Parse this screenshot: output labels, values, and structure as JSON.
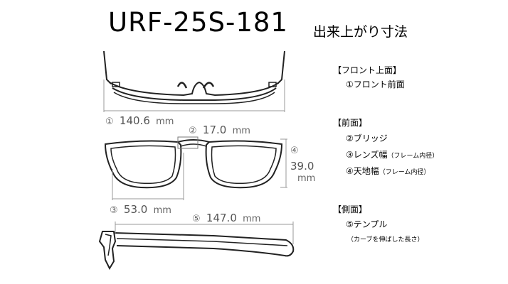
{
  "title": {
    "model": "URF-25S-181",
    "subtitle": "出来上がり寸法"
  },
  "dimensions": {
    "d1": {
      "marker": "①",
      "value": "140.6",
      "unit": "mm"
    },
    "d2": {
      "marker": "②",
      "value": "17.0",
      "unit": "mm"
    },
    "d3": {
      "marker": "③",
      "value": "53.0",
      "unit": "mm"
    },
    "d4": {
      "marker": "④",
      "value": "39.0",
      "unit": "mm"
    },
    "d5": {
      "marker": "⑤",
      "value": "147.0",
      "unit": "mm"
    }
  },
  "legend": {
    "front_top_header": "【フロント上面】",
    "front_top_item": "①フロント前面",
    "front_header": "【前面】",
    "bridge": "②ブリッジ",
    "lens_width": "③レンズ幅",
    "lens_width_note": "（フレーム内径）",
    "lens_height": "④天地幅",
    "lens_height_note": "（フレーム内径）",
    "side_header": "【側面】",
    "temple": "⑤テンプル",
    "temple_note": "（カーブを伸ばした長さ）"
  }
}
